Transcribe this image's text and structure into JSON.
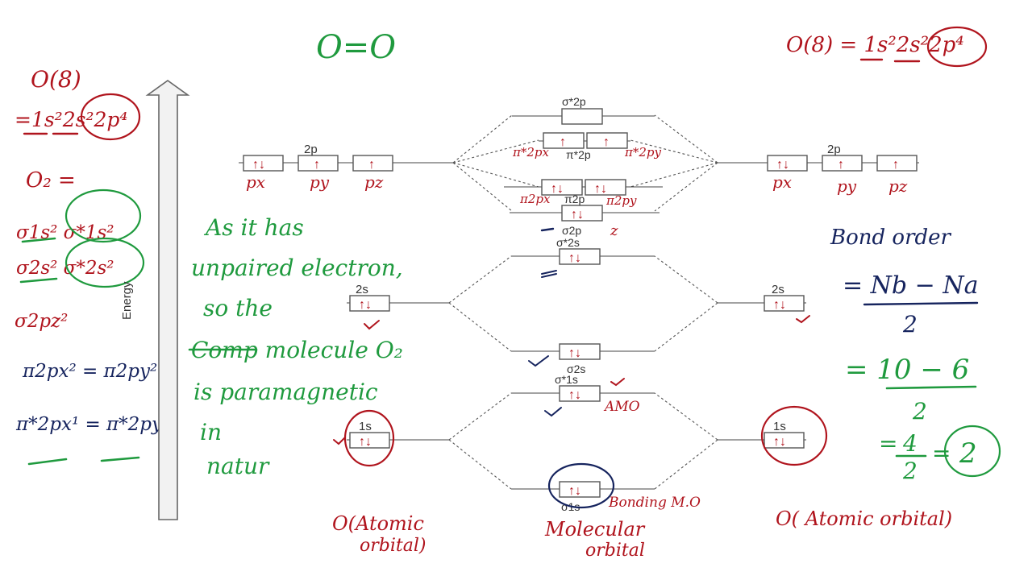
{
  "title": "O=O",
  "left_config": {
    "atom": "O(8)",
    "config_lines": [
      "=1s²2s²2p⁴"
    ]
  },
  "right_config": "O(8) = 1s²2s²2p⁴",
  "o2_config": {
    "heading": "O₂ =",
    "lines": [
      "σ1s² σ*1s²",
      "σ2s² σ*2s²",
      "σ2pz²",
      "π2px² = π2py²",
      "π*2px¹ = π*2py¹"
    ]
  },
  "energy_label": "Energy",
  "note_lines": [
    "As it has",
    "unpaired electron,",
    "so the",
    "Comp molecule O₂",
    "is paramagnetic",
    "in",
    "natur"
  ],
  "mo_labels": {
    "sigma_star_2p": "σ*2p",
    "pi_star_2p": "π*2p",
    "pi_star_2px_hand": "π*2px",
    "pi_star_2py_hand": "π*2py",
    "pi_2p": "π2p",
    "pi_2px_hand": "π2px",
    "pi_2py_hand": "π2py",
    "sigma_2p": "σ2p",
    "sigma_2p_hand": "z",
    "sigma_star_2s": "σ*2s",
    "sigma_2s": "σ2s",
    "sigma_star_1s": "σ*1s",
    "sigma_1s": "σ1s",
    "amo": "AMO",
    "bonding_mo": "Bonding M.O"
  },
  "atomic_labels": {
    "left_2p": "2p",
    "right_2p": "2p",
    "left_2s": "2s",
    "right_2s": "2s",
    "left_1s": "1s",
    "right_1s": "1s",
    "px": "px",
    "py": "py",
    "pz": "pz"
  },
  "electrons": {
    "paired": "↑↓",
    "single": "↑"
  },
  "captions": {
    "left_line1": "O(Atomic",
    "left_line2": "orbital)",
    "center_line1": "Molecular",
    "center_line2": "orbital",
    "right": "O( Atomic orbital)"
  },
  "bond_order": {
    "heading": "Bond order",
    "formula_num": "= Nb − Na",
    "formula_den": "2",
    "sub_num": "= 10 − 6",
    "sub_den": "2",
    "final_prefix": "=",
    "final_frac_num": "4",
    "final_frac_den": "2",
    "final_eq": "=",
    "result": "2"
  },
  "colors": {
    "red_ink": "#b0141d",
    "green_ink": "#1f9a3e",
    "blue_ink": "#16245e",
    "line_gray": "#555555"
  }
}
